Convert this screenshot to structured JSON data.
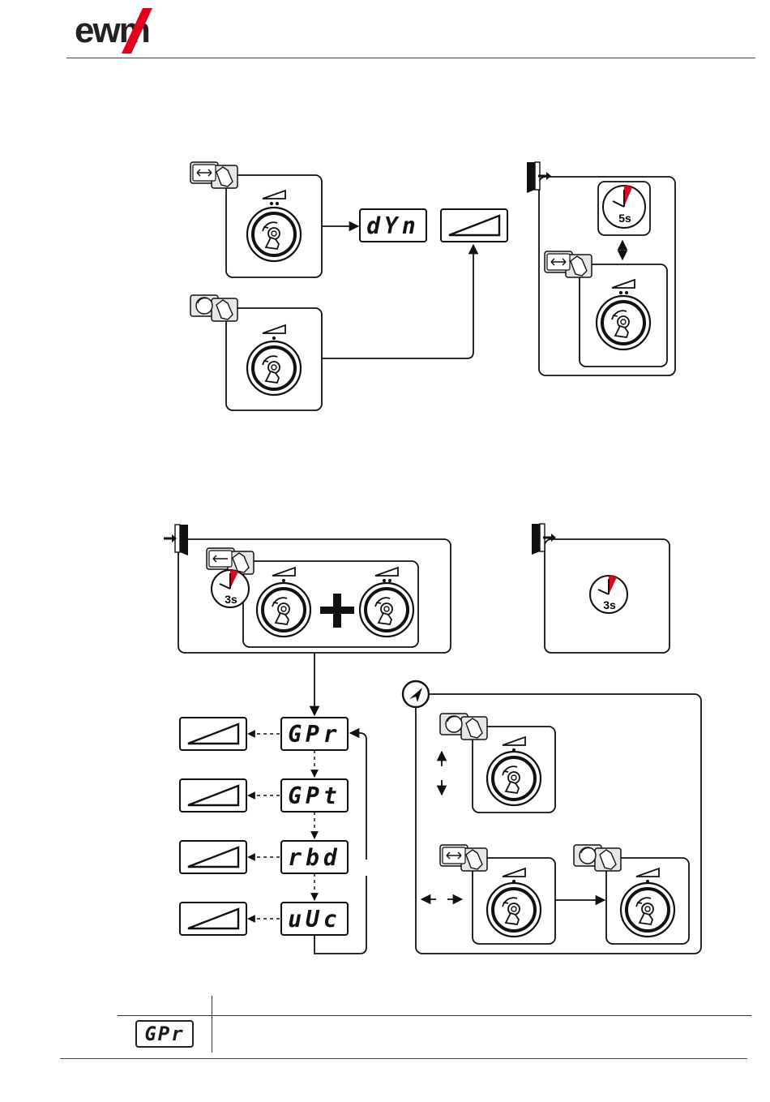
{
  "brand": {
    "logo_text": "ewm",
    "accent_color": "#e2001a"
  },
  "flow_a": {
    "display_code": "dYn",
    "timer_label": "5s"
  },
  "flow_b": {
    "timer_label_left": "3s",
    "timer_label_right": "3s",
    "menu_codes": [
      "GPr",
      "GPt",
      "rbd",
      "uUc"
    ]
  },
  "legend": {
    "code": "GPr"
  },
  "icons": [
    "exit-door-icon",
    "enter-door-icon",
    "timer-icon",
    "rotary-knob-icon",
    "push-turn-hand-icon",
    "ramp-slope-icon",
    "navigation-arrow-icon",
    "plus-icon"
  ]
}
